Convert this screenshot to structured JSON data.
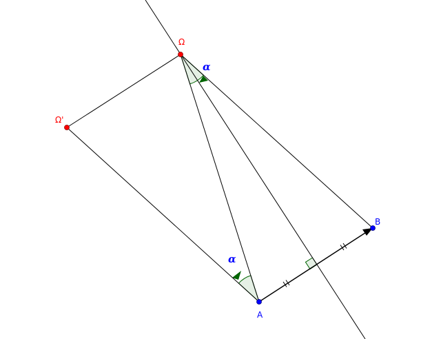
{
  "points": {
    "omega": {
      "label": "Ω",
      "color": "#ff0000"
    },
    "omega_prime": {
      "label": "Ω'",
      "color": "#ff0000"
    },
    "a": {
      "label": "A",
      "color": "#0000ff"
    },
    "b": {
      "label": "B",
      "color": "#0000ff"
    }
  },
  "angles": {
    "at_omega": {
      "label": "α"
    },
    "at_a": {
      "label": "α"
    }
  },
  "colors": {
    "line": "#000000",
    "angle_fill": "#e5f0e5",
    "angle_stroke": "#006400",
    "label_blue": "#0000ff"
  }
}
